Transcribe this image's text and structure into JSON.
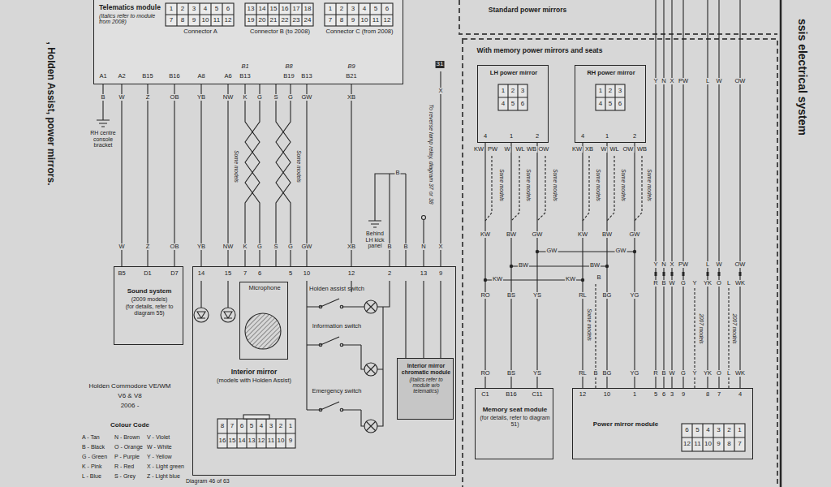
{
  "diagram": {
    "title": ", Holden Assist, power mirrors.",
    "nodes": [
      {
        "text": [
          "Telematics module",
          "(Italics refer to module from 2008)"
        ]
      },
      {
        "text": [
          "Connector A"
        ],
        "in": 0
      },
      {
        "text": [
          "Connector B (to 2008)"
        ],
        "in": 0
      },
      {
        "text": [
          "Connector C (from 2008)"
        ],
        "in": 0
      },
      {
        "text": [
          "Sound system",
          "(2009 models)",
          "(for details, refer to diagram 55)"
        ]
      },
      {
        "text": [
          "Interior mirror",
          "(models with Holden Assist)"
        ]
      },
      {
        "text": [
          "Microphone"
        ],
        "in": 5
      },
      {
        "text": [
          "Interior mirror chromatic module",
          "(Italics refer to module w/o telematics)"
        ],
        "in": 5
      },
      {
        "text": [
          "LH power mirror"
        ]
      },
      {
        "text": [
          "RH power mirror"
        ]
      },
      {
        "text": [
          "Memory seat module",
          "(for details, refer to diagram 51)"
        ]
      },
      {
        "text": [
          "Power mirror module"
        ]
      }
    ],
    "edges": [
      {
        "from": 0,
        "to": 4,
        "label": "W",
        "arrow": "none"
      },
      {
        "from": 0,
        "to": 4,
        "label": "Z",
        "arrow": "none"
      },
      {
        "from": 0,
        "to": 4,
        "label": "OB",
        "arrow": "none"
      },
      {
        "from": 0,
        "to": 5,
        "label": "YB",
        "arrow": "none"
      },
      {
        "from": 0,
        "to": 5,
        "label": "NW",
        "arrow": "none"
      },
      {
        "from": 0,
        "to": 5,
        "label": "K",
        "arrow": "none"
      },
      {
        "from": 0,
        "to": 5,
        "label": "G",
        "arrow": "none"
      },
      {
        "from": 0,
        "to": 5,
        "label": "S",
        "arrow": "none"
      },
      {
        "from": 0,
        "to": 5,
        "label": "G",
        "arrow": "none"
      },
      {
        "from": 0,
        "to": 5,
        "label": "GW",
        "arrow": "none"
      },
      {
        "from": 0,
        "to": 5,
        "label": "XB",
        "arrow": "none"
      },
      {
        "from": 8,
        "to": 10,
        "label": "KW",
        "arrow": "none"
      },
      {
        "from": 8,
        "to": 10,
        "label": "BW",
        "arrow": "none"
      },
      {
        "from": 8,
        "to": 10,
        "label": "GW",
        "arrow": "none"
      },
      {
        "from": 9,
        "to": 11,
        "label": "KW",
        "arrow": "none"
      },
      {
        "from": 9,
        "to": 11,
        "label": "BW",
        "arrow": "none"
      },
      {
        "from": 9,
        "to": 11,
        "label": "GW",
        "arrow": "none"
      }
    ],
    "labels": [
      "ssis electrical system",
      "1",
      "2",
      "3",
      "4",
      "5",
      "6",
      "7",
      "8",
      "9",
      "10",
      "11",
      "12",
      "13",
      "14",
      "15",
      "16",
      "17",
      "18",
      "19",
      "20",
      "21",
      "22",
      "23",
      "24",
      "1",
      "2",
      "3",
      "4",
      "5",
      "6",
      "7",
      "8",
      "9",
      "10",
      "11",
      "12",
      "B1",
      "B8",
      "B9",
      "A1",
      "A2",
      "B15",
      "B16",
      "A8",
      "A6",
      "B13",
      "B19",
      "B13",
      "B21",
      "B",
      "W",
      "Z",
      "OB",
      "YB",
      "NW",
      "K",
      "G",
      "S",
      "G",
      "GW",
      "XB",
      "RH centre console bracket",
      "Some models",
      "Some models",
      "B5",
      "D1",
      "D7",
      "14",
      "15",
      "7",
      "6",
      "5",
      "10",
      "12",
      "2",
      "13",
      "9",
      "B",
      "B",
      "B",
      "Behind LH kick panel",
      "31",
      "X",
      "To reverse lamp relay, diagram 37 or 38",
      "N",
      "X",
      "Holden assist switch",
      "Information switch",
      "Emergency switch",
      "8",
      "7",
      "6",
      "5",
      "4",
      "3",
      "2",
      "1",
      "16",
      "15",
      "14",
      "13",
      "12",
      "11",
      "10",
      "9",
      "Holden Commodore VE/WM",
      "V6 & V8",
      "2006 -",
      "Colour Code",
      "A - Tan",
      "B - Black",
      "G - Green",
      "K - Pink",
      "L - Blue",
      "N - Brown",
      "O - Orange",
      "P - Purple",
      "R - Red",
      "S - Grey",
      "V - Violet",
      "W - White",
      "Y - Yellow",
      "X - Light green",
      "Z - Light blue",
      "Diagram 46 of 63",
      "Standard power mirrors",
      "With memory power mirrors and seats",
      "1",
      "2",
      "3",
      "4",
      "5",
      "6",
      "1",
      "2",
      "3",
      "4",
      "5",
      "6",
      "4",
      "1",
      "2",
      "4",
      "1",
      "2",
      "KW",
      "PW",
      "W",
      "WL",
      "WB",
      "OW",
      "KW",
      "XB",
      "W",
      "WL",
      "OW",
      "WB",
      "Some models",
      "Some models",
      "Some models",
      "Some models",
      "Some models",
      "Some models",
      "GW",
      "GW",
      "BW",
      "BW",
      "KW",
      "KW",
      "B",
      "RO",
      "BS",
      "YS",
      "RL",
      "BG",
      "YG",
      "RO",
      "BS",
      "YS",
      "RL",
      "B",
      "BG",
      "YG",
      "Some models",
      "C1",
      "B16",
      "C11",
      "12",
      "10",
      "1",
      "5",
      "6",
      "3",
      "9",
      "8",
      "7",
      "4",
      "6",
      "5",
      "4",
      "3",
      "2",
      "1",
      "12",
      "11",
      "10",
      "9",
      "8",
      "7",
      "Y",
      "N",
      "X",
      "PW",
      "L",
      "W",
      "OW",
      "Y",
      "N",
      "X",
      "PW",
      "L",
      "W",
      "OW",
      "R",
      "B",
      "W",
      "G",
      "Y",
      "YK",
      "O",
      "L",
      "WK",
      "R",
      "B",
      "W",
      "G",
      "Y",
      "YK",
      "O",
      "L",
      "WK",
      "2007 models",
      "2007 models"
    ]
  }
}
